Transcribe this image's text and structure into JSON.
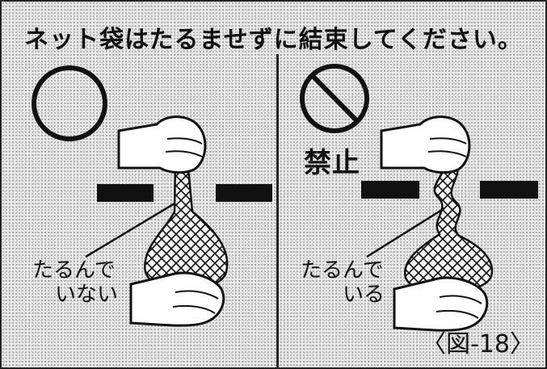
{
  "title": "ネット袋はたるませずに結束してください。",
  "panels": [
    {
      "mark": "correct",
      "mark_icon": "circle-ok-icon",
      "callout_lines": [
        "たるんで",
        "いない"
      ]
    },
    {
      "mark": "prohibited",
      "mark_icon": "prohibited-icon",
      "prohibit_label": "禁止",
      "callout_lines": [
        "たるんで",
        "いる"
      ]
    }
  ],
  "figure_number": "〈図-18〉"
}
